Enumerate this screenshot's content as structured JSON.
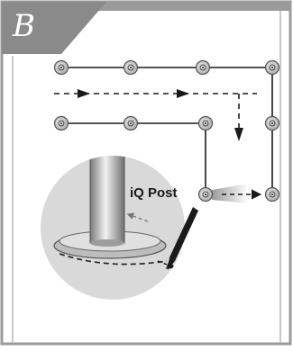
{
  "panel": {
    "label": "B",
    "callout_label": "iQ Post"
  },
  "grid": {
    "rows": 3,
    "columns": 4,
    "top_row_posts": 4,
    "middle_row_posts": 4,
    "bottom_row_posts": 2
  },
  "colors": {
    "panel_tab": "#8a8a8a",
    "panel_border": "#9a9a9a",
    "post_fill": "#c8c8c8",
    "post_ring": "#555555",
    "detail_circle": "#d9d9d9",
    "line": "#1a1a1a"
  },
  "icons": [
    "post-marker-icon",
    "direction-arrow-icon",
    "stylus-icon"
  ]
}
